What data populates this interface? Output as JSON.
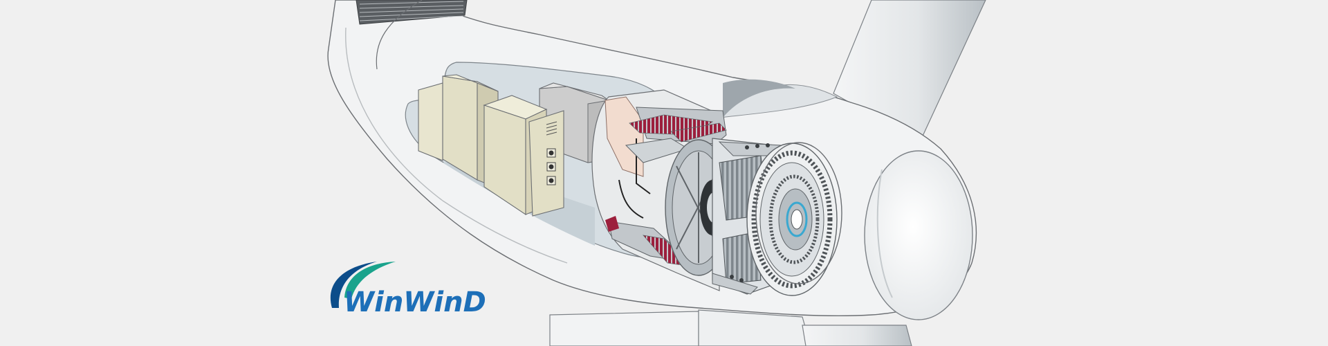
{
  "logo": {
    "text": "WinWinD",
    "colors": {
      "blue": "#1d6fb8",
      "teal": "#1aa38c",
      "swoosh_dark": "#0c4d8a"
    }
  },
  "colors": {
    "background": "#f0f0f0",
    "nacelle_fill": "#f2f3f4",
    "outline": "#6b6e72",
    "interior": "#d6dee3",
    "cabinet_beige": "#e2dfc6",
    "cabinet_gray": "#cdcdcd",
    "coil_red": "#9c1f3c",
    "gear_gray": "#a9b1b7",
    "blade_shade": "#c9cfd3",
    "hub_accent": "#3aa8d0"
  },
  "icons": {
    "logo": "winwind-logo",
    "illustration": "wind-turbine-nacelle-cutaway"
  }
}
